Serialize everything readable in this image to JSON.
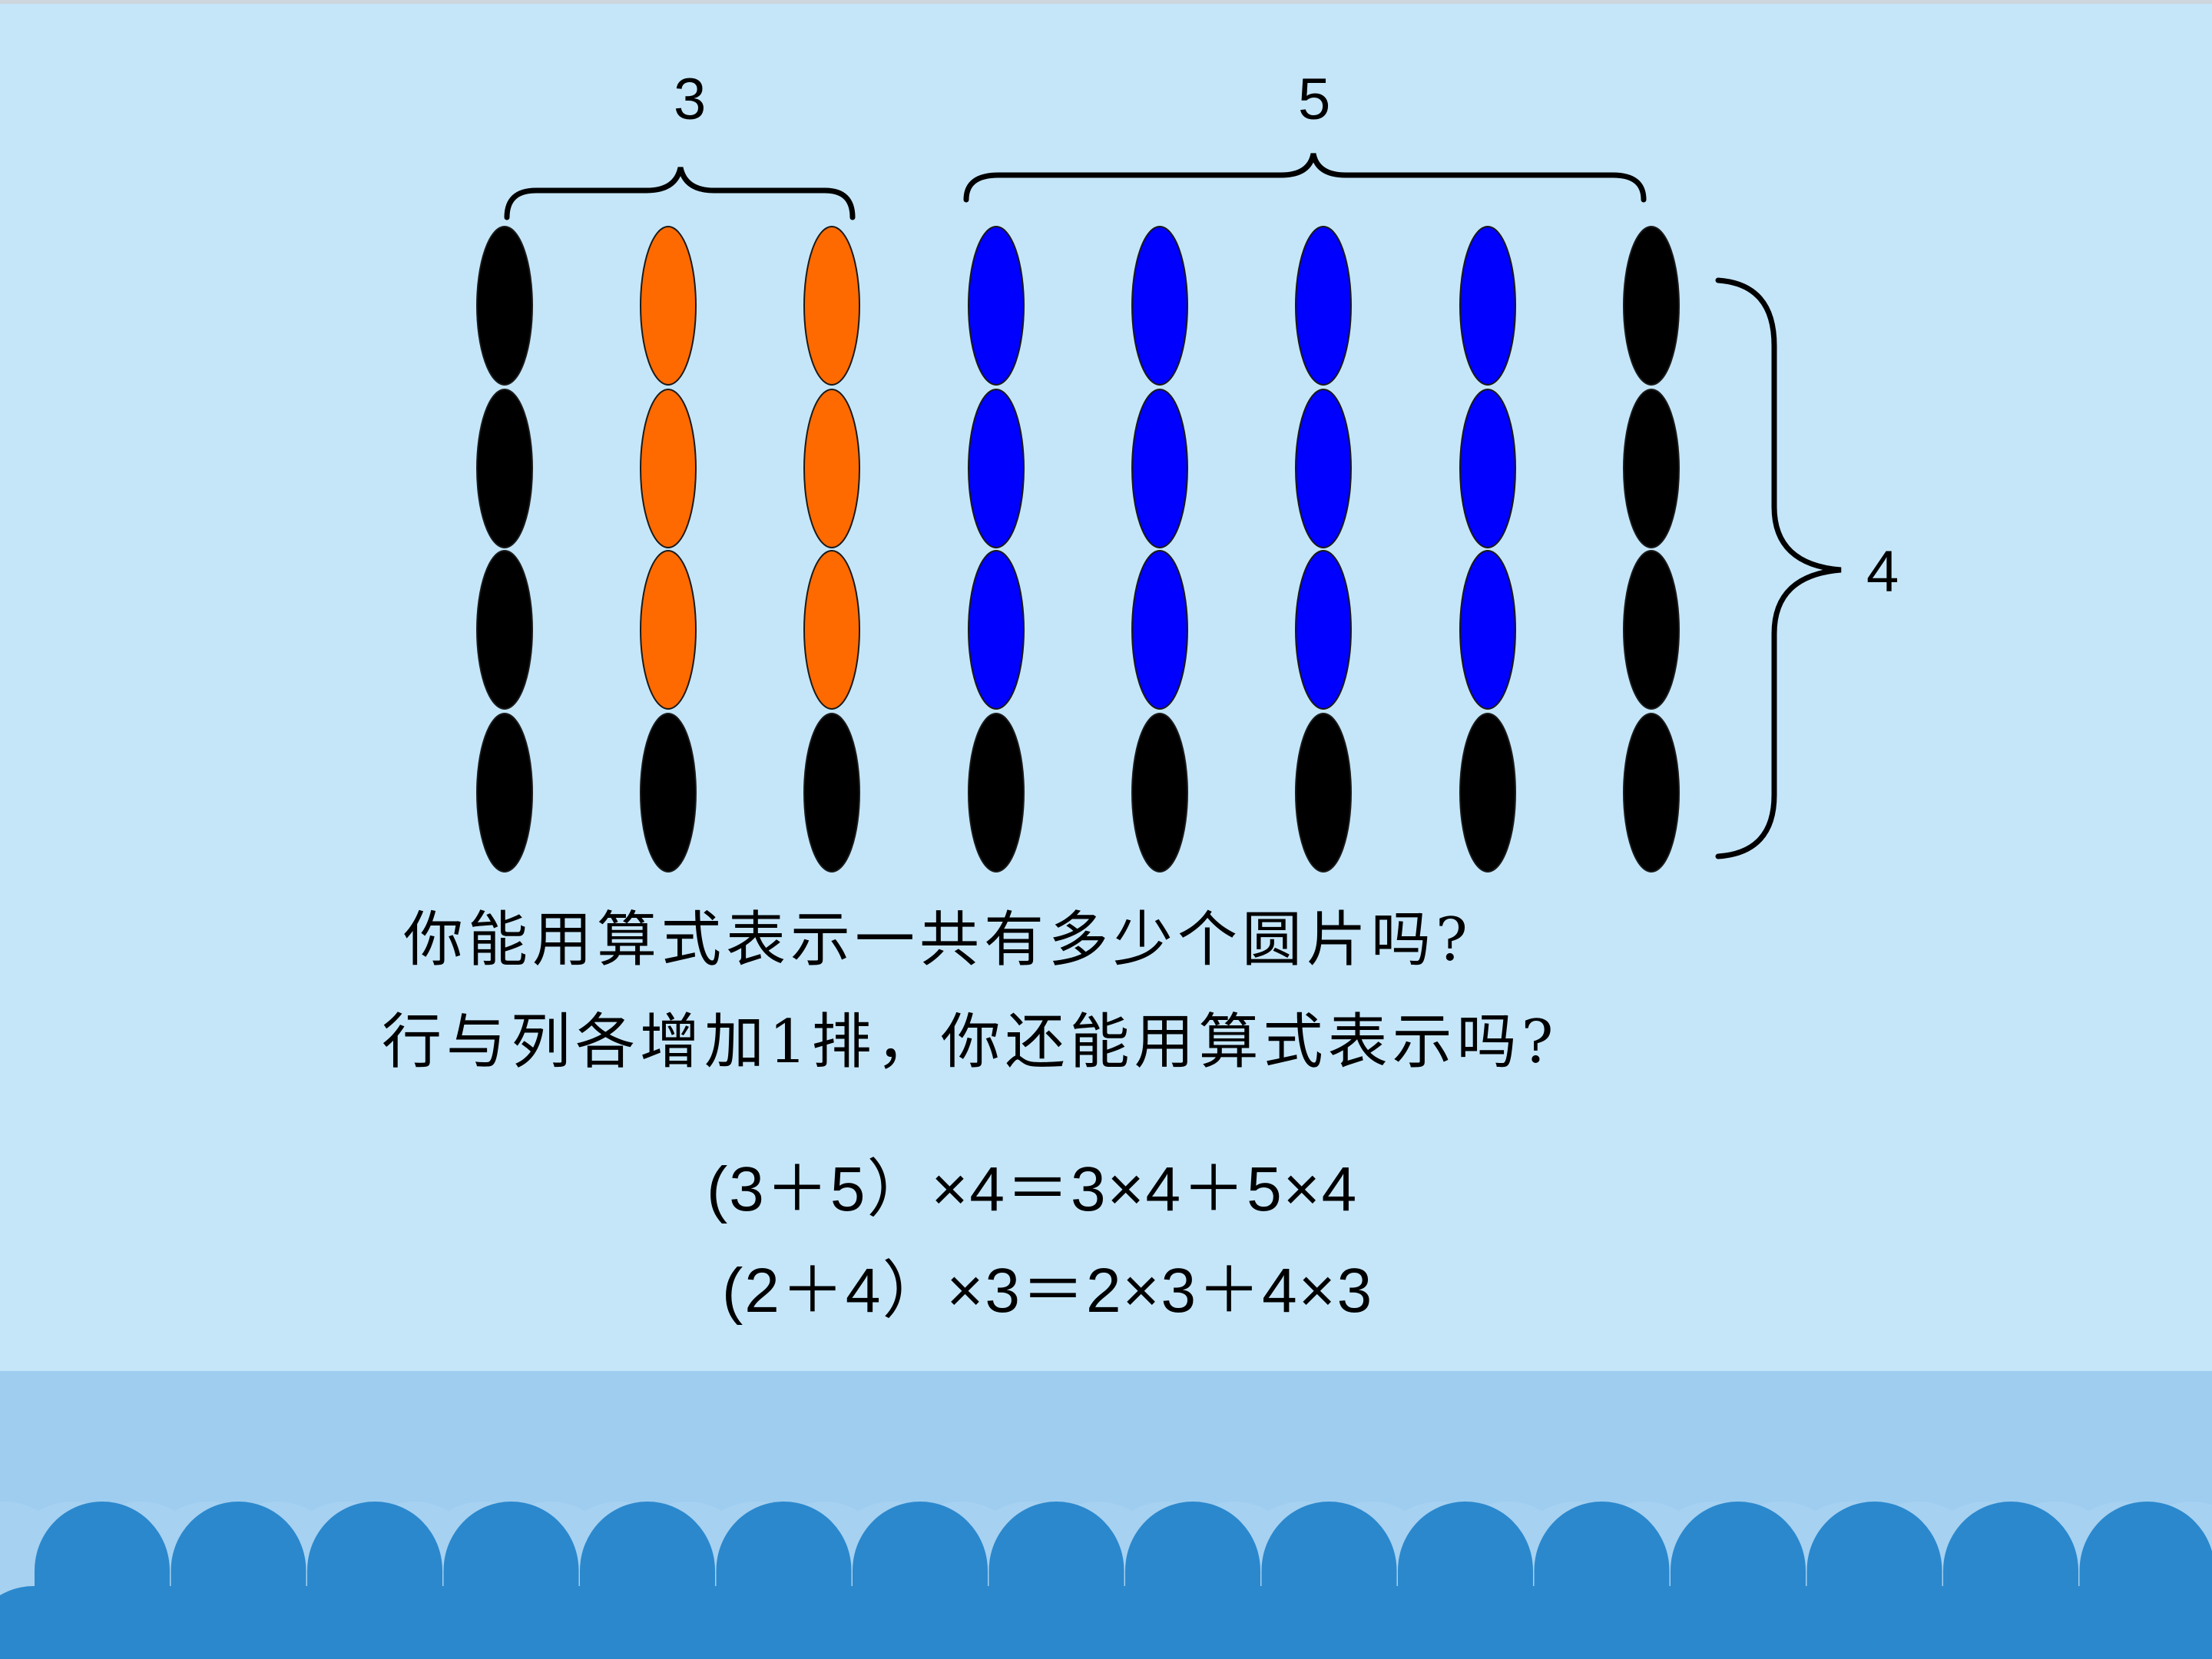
{
  "labels": {
    "left_group": "3",
    "right_group": "5",
    "rows": "4"
  },
  "questions": [
    "你能用算式表示一共有多少个圆片吗?",
    "行与列各增加1排，你还能用算式表示吗?"
  ],
  "equations": [
    "(3＋5）×4＝3×4＋5×4",
    "(2＋4）×3＝2×3＋4×3"
  ],
  "bead_grid": {
    "columns": 8,
    "rows": 4,
    "column_colors": [
      "black",
      "orange",
      "orange",
      "blue",
      "blue",
      "blue",
      "blue",
      "black"
    ],
    "bottom_row_color": "black"
  },
  "colors": {
    "background": "#c5e6f9",
    "black": "#000000",
    "orange": "#ff6a00",
    "blue": "#0000ff",
    "band": "#9fcdf0",
    "scallop_back": "#a6d1f1",
    "scallop_front": "#2b88cd"
  }
}
